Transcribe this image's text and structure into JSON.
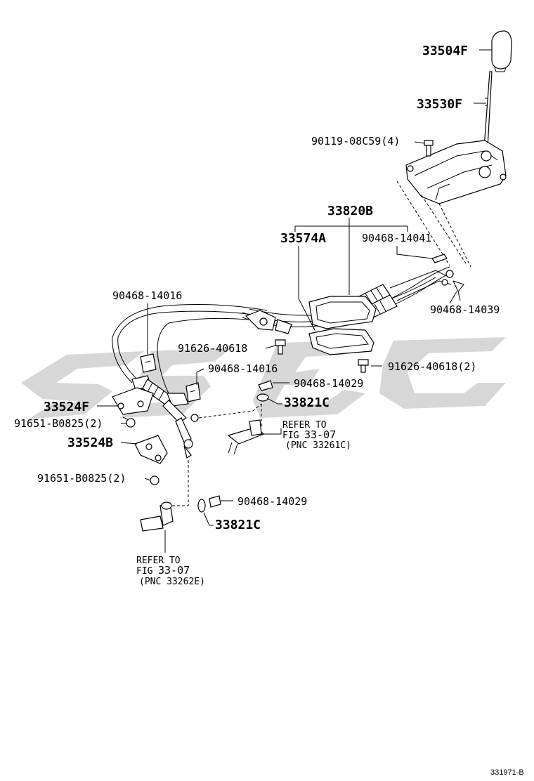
{
  "watermark": {
    "text": "SSGC",
    "color": "#d7d7d7"
  },
  "figure_id": "331971-B",
  "labels": {
    "knob": "33504F",
    "lever": "33530F",
    "bolt_top": "90119-08C59(4)",
    "cable_assy": "33820B",
    "cable_bracket": "33574A",
    "clip_upper_right": "90468-14041",
    "clip_right": "90468-14039",
    "clip_left_top": "90468-14016",
    "bolt_mid": "91626-40618",
    "clip_mid": "90468-14016",
    "bolt_right": "91626-40618(2)",
    "pin_clip_upper": "90468-14029",
    "washer_upper": "33821C",
    "bracket_f": "33524F",
    "bolt_f": "91651-B0825(2)",
    "bracket_b": "33524B",
    "bolt_b": "91651-B0825(2)",
    "pin_clip_lower": "90468-14029",
    "washer_lower": "33821C"
  },
  "refs": {
    "ref1_line1": "REFER TO",
    "ref1_line2_pre": "FIG",
    "ref1_line2_num": "33-07",
    "ref1_line3": "(PNC 33261C)",
    "ref2_line1": "REFER TO",
    "ref2_line2_pre": "FIG",
    "ref2_line2_num": "33-07",
    "ref2_line3": "(PNC 33262E)"
  }
}
